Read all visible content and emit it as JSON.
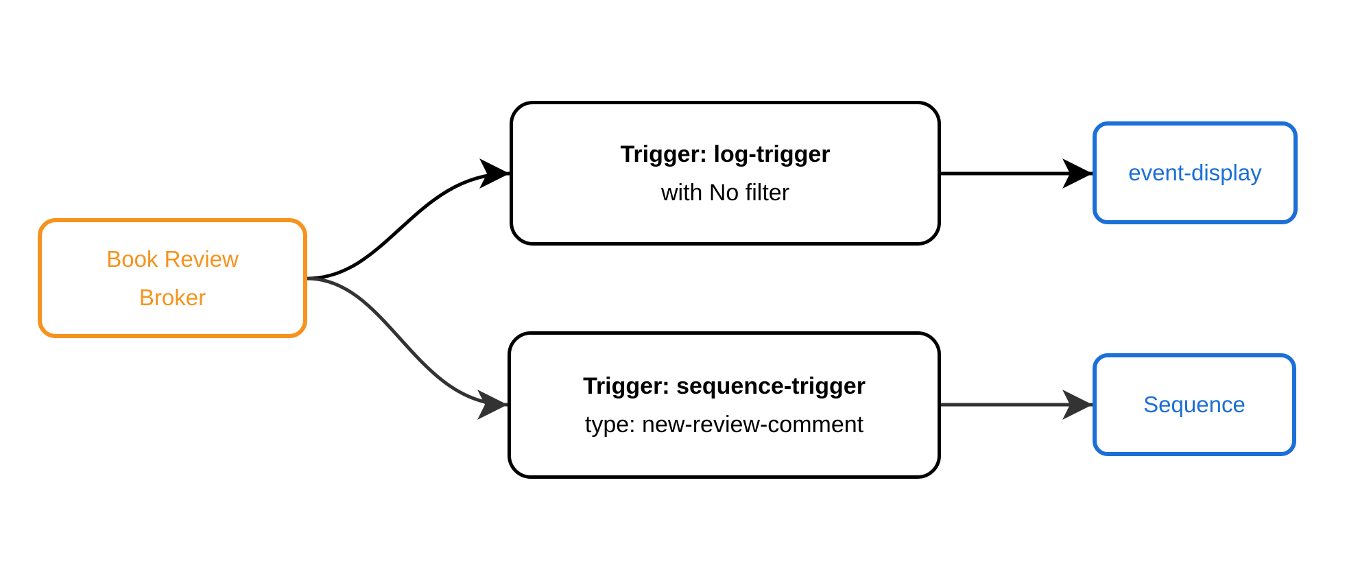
{
  "diagram": {
    "type": "flowchart",
    "background_color": "#ffffff",
    "nodes": {
      "broker": {
        "label": "Book Review Broker",
        "label_line1": "Book Review",
        "label_line2": "Broker",
        "accent_color": "#F6931E",
        "shape": "rounded-rect"
      },
      "log_trigger": {
        "title": "Trigger: log-trigger",
        "subtitle": "with No filter",
        "accent_color": "#000000",
        "shape": "rounded-rect"
      },
      "sequence_trigger": {
        "title": "Trigger: sequence-trigger",
        "subtitle": "type: new-review-comment",
        "accent_color": "#000000",
        "shape": "rounded-rect"
      },
      "event_display": {
        "label": "event-display",
        "accent_color": "#1B6FD6",
        "shape": "rounded-rect"
      },
      "sequence": {
        "label": "Sequence",
        "accent_color": "#1B6FD6",
        "shape": "rounded-rect"
      }
    },
    "edges": [
      {
        "from": "broker",
        "to": "log_trigger",
        "style": "curved-arrow",
        "color": "#000000"
      },
      {
        "from": "broker",
        "to": "sequence_trigger",
        "style": "curved-arrow",
        "color": "#333333"
      },
      {
        "from": "log_trigger",
        "to": "event_display",
        "style": "straight-arrow",
        "color": "#000000"
      },
      {
        "from": "sequence_trigger",
        "to": "sequence",
        "style": "straight-arrow",
        "color": "#333333"
      }
    ]
  }
}
